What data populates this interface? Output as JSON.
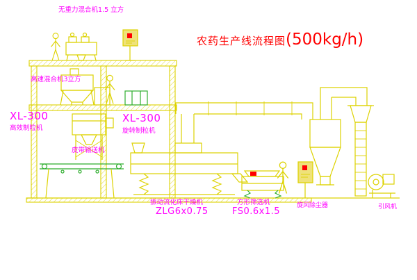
{
  "title": {
    "name": "农药生产线流程图",
    "capacity": "(500kg/h)"
  },
  "labels": {
    "mixer_top": "无重力混合机1.5 立方",
    "mixer_level2": "高速混合机3立方",
    "granulator_left_model": "XL-300",
    "granulator_left_name": "高效制粒机",
    "granulator_right_model": "XL-300",
    "granulator_right_name": "旋转制粒机",
    "conveyor": "皮带输送机",
    "dryer_name": "振动流化床干燥机",
    "dryer_model": "ZLG6x0.75",
    "sieve_name": "方形筛选机",
    "sieve_model": "FS0.6x1.5",
    "cyclone": "旋风除尘器",
    "fan": "引风机"
  },
  "colors": {
    "line": "#ddd200",
    "green": "#2fae2f",
    "magenta": "#ff00ff",
    "red": "#ff0000",
    "panel_fill": "#efe27a",
    "background": "#ffffff"
  }
}
